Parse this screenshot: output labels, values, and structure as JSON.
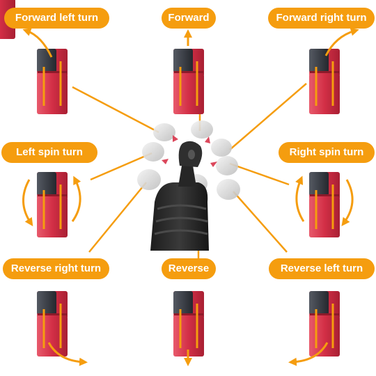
{
  "labels": {
    "forward_left_turn": "Forward left turn",
    "forward": "Forward",
    "forward_right_turn": "Forward right turn",
    "left_spin_turn": "Left spin turn",
    "right_spin_turn": "Right spin turn",
    "reverse_right_turn": "Reverse right turn",
    "reverse": "Reverse",
    "reverse_left_turn": "Reverse left turn"
  },
  "colors": {
    "label_bg": "#f59d0f",
    "label_text": "#ffffff",
    "arrow": "#f59d0f",
    "vehicle_body": "#d8344a",
    "vehicle_cab": "#3a3d44",
    "joystick": "#2a2a2a"
  }
}
